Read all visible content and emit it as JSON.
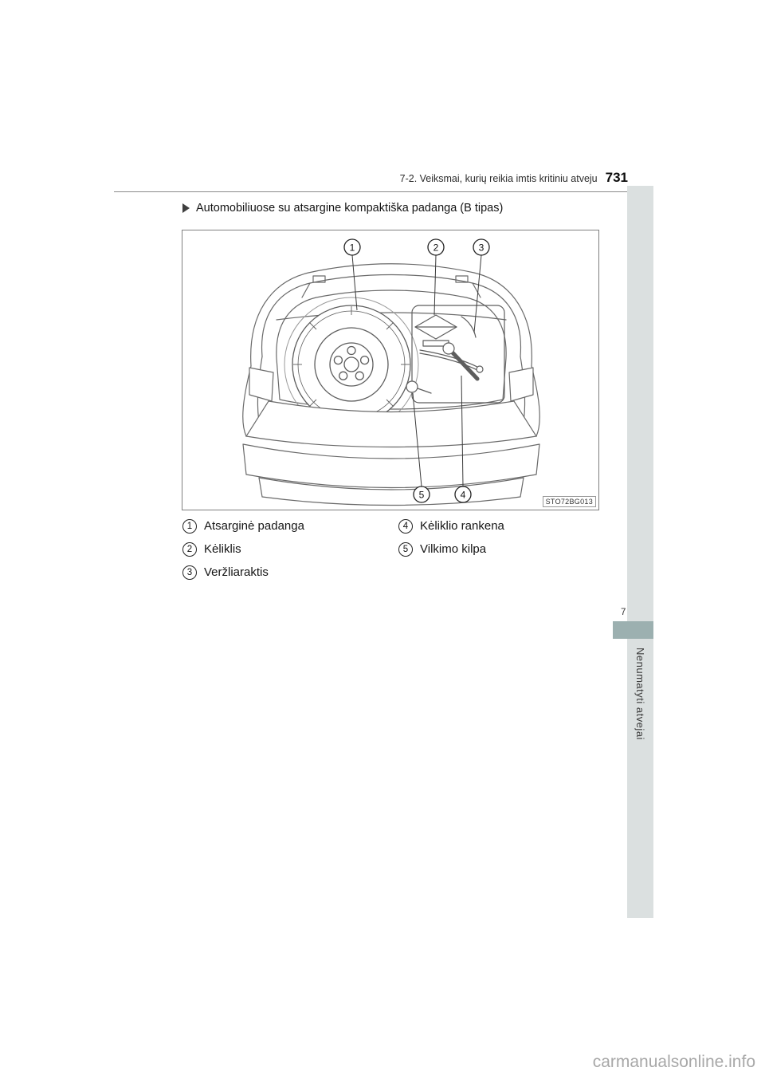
{
  "page": {
    "number": "731",
    "header": "7-2. Veiksmai, kurių reikia imtis kritiniu atveju",
    "watermark": "carmanualsonline.info"
  },
  "content": {
    "section_title": "Automobiliuose su atsargine kompaktiška padanga (B tipas)",
    "figure": {
      "code": "STO72BG013",
      "callouts": [
        "1",
        "2",
        "3",
        "4",
        "5"
      ]
    },
    "legend": {
      "left": [
        {
          "num": "1",
          "label": "Atsarginė padanga"
        },
        {
          "num": "2",
          "label": "Kėliklis"
        },
        {
          "num": "3",
          "label": "Veržliaraktis"
        }
      ],
      "right": [
        {
          "num": "4",
          "label": "Kėliklio rankena"
        },
        {
          "num": "5",
          "label": "Vilkimo kilpa"
        }
      ]
    }
  },
  "sidebar": {
    "chapter_number": "7",
    "chapter_title": "Nenumatyti atvejai"
  }
}
